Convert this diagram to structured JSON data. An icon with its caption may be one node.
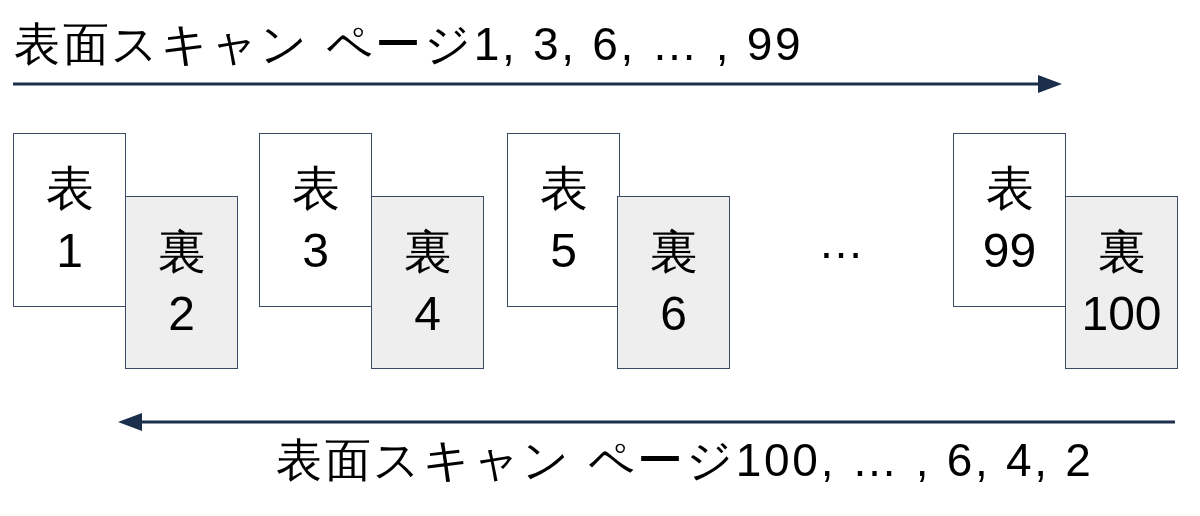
{
  "diagram": {
    "nodes": [
      {
        "text": [
          "表",
          "1"
        ]
      },
      {
        "text": [
          "裏",
          "2"
        ]
      },
      {
        "text": [
          "表",
          "3"
        ]
      },
      {
        "text": [
          "裏",
          "4"
        ]
      },
      {
        "text": [
          "表",
          "5"
        ]
      },
      {
        "text": [
          "裏",
          "6"
        ]
      },
      {
        "text": [
          "表",
          "99"
        ]
      },
      {
        "text": [
          "裏",
          "100"
        ]
      }
    ],
    "labels": [
      "表面スキャン ページ1, 3, 6, … , 99",
      "…",
      "表面スキャン ページ100, … , 6, 4, 2"
    ]
  }
}
